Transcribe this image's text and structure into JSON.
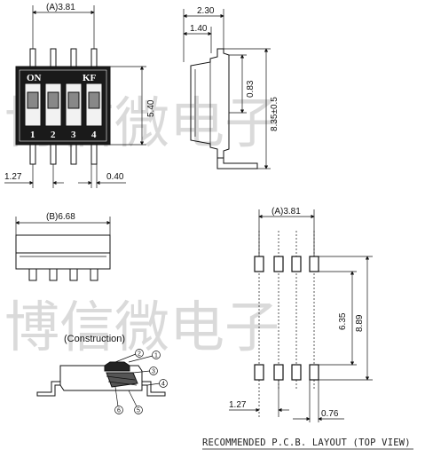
{
  "top_view": {
    "pitch_dim": "(A)3.81",
    "height_dim": "5.40",
    "pitch_bottom": "1.27",
    "lead_width": "0.40",
    "on_label": "ON",
    "brand_label": "KF",
    "switch_numbers": [
      "1",
      "2",
      "3",
      "4"
    ]
  },
  "side_view": {
    "width_total": "2.30",
    "width_inner": "1.40",
    "body_height": "0.83",
    "total_height": "8.35±0.5"
  },
  "front_view": {
    "width_dim": "(B)6.68"
  },
  "construction": {
    "title": "(Construction)",
    "callouts": [
      "1",
      "2",
      "3",
      "4",
      "5",
      "6"
    ]
  },
  "pcb_layout": {
    "pitch_dim": "(A)3.81",
    "inner_span": "6.35",
    "outer_span": "8.89",
    "pitch_bottom": "1.27",
    "pad_width": "0.76",
    "title": "RECOMMENDED P.C.B. LAYOUT (TOP VIEW)"
  },
  "watermark": {
    "text_top": "博信微电子",
    "text_bottom": "博信微电子"
  }
}
